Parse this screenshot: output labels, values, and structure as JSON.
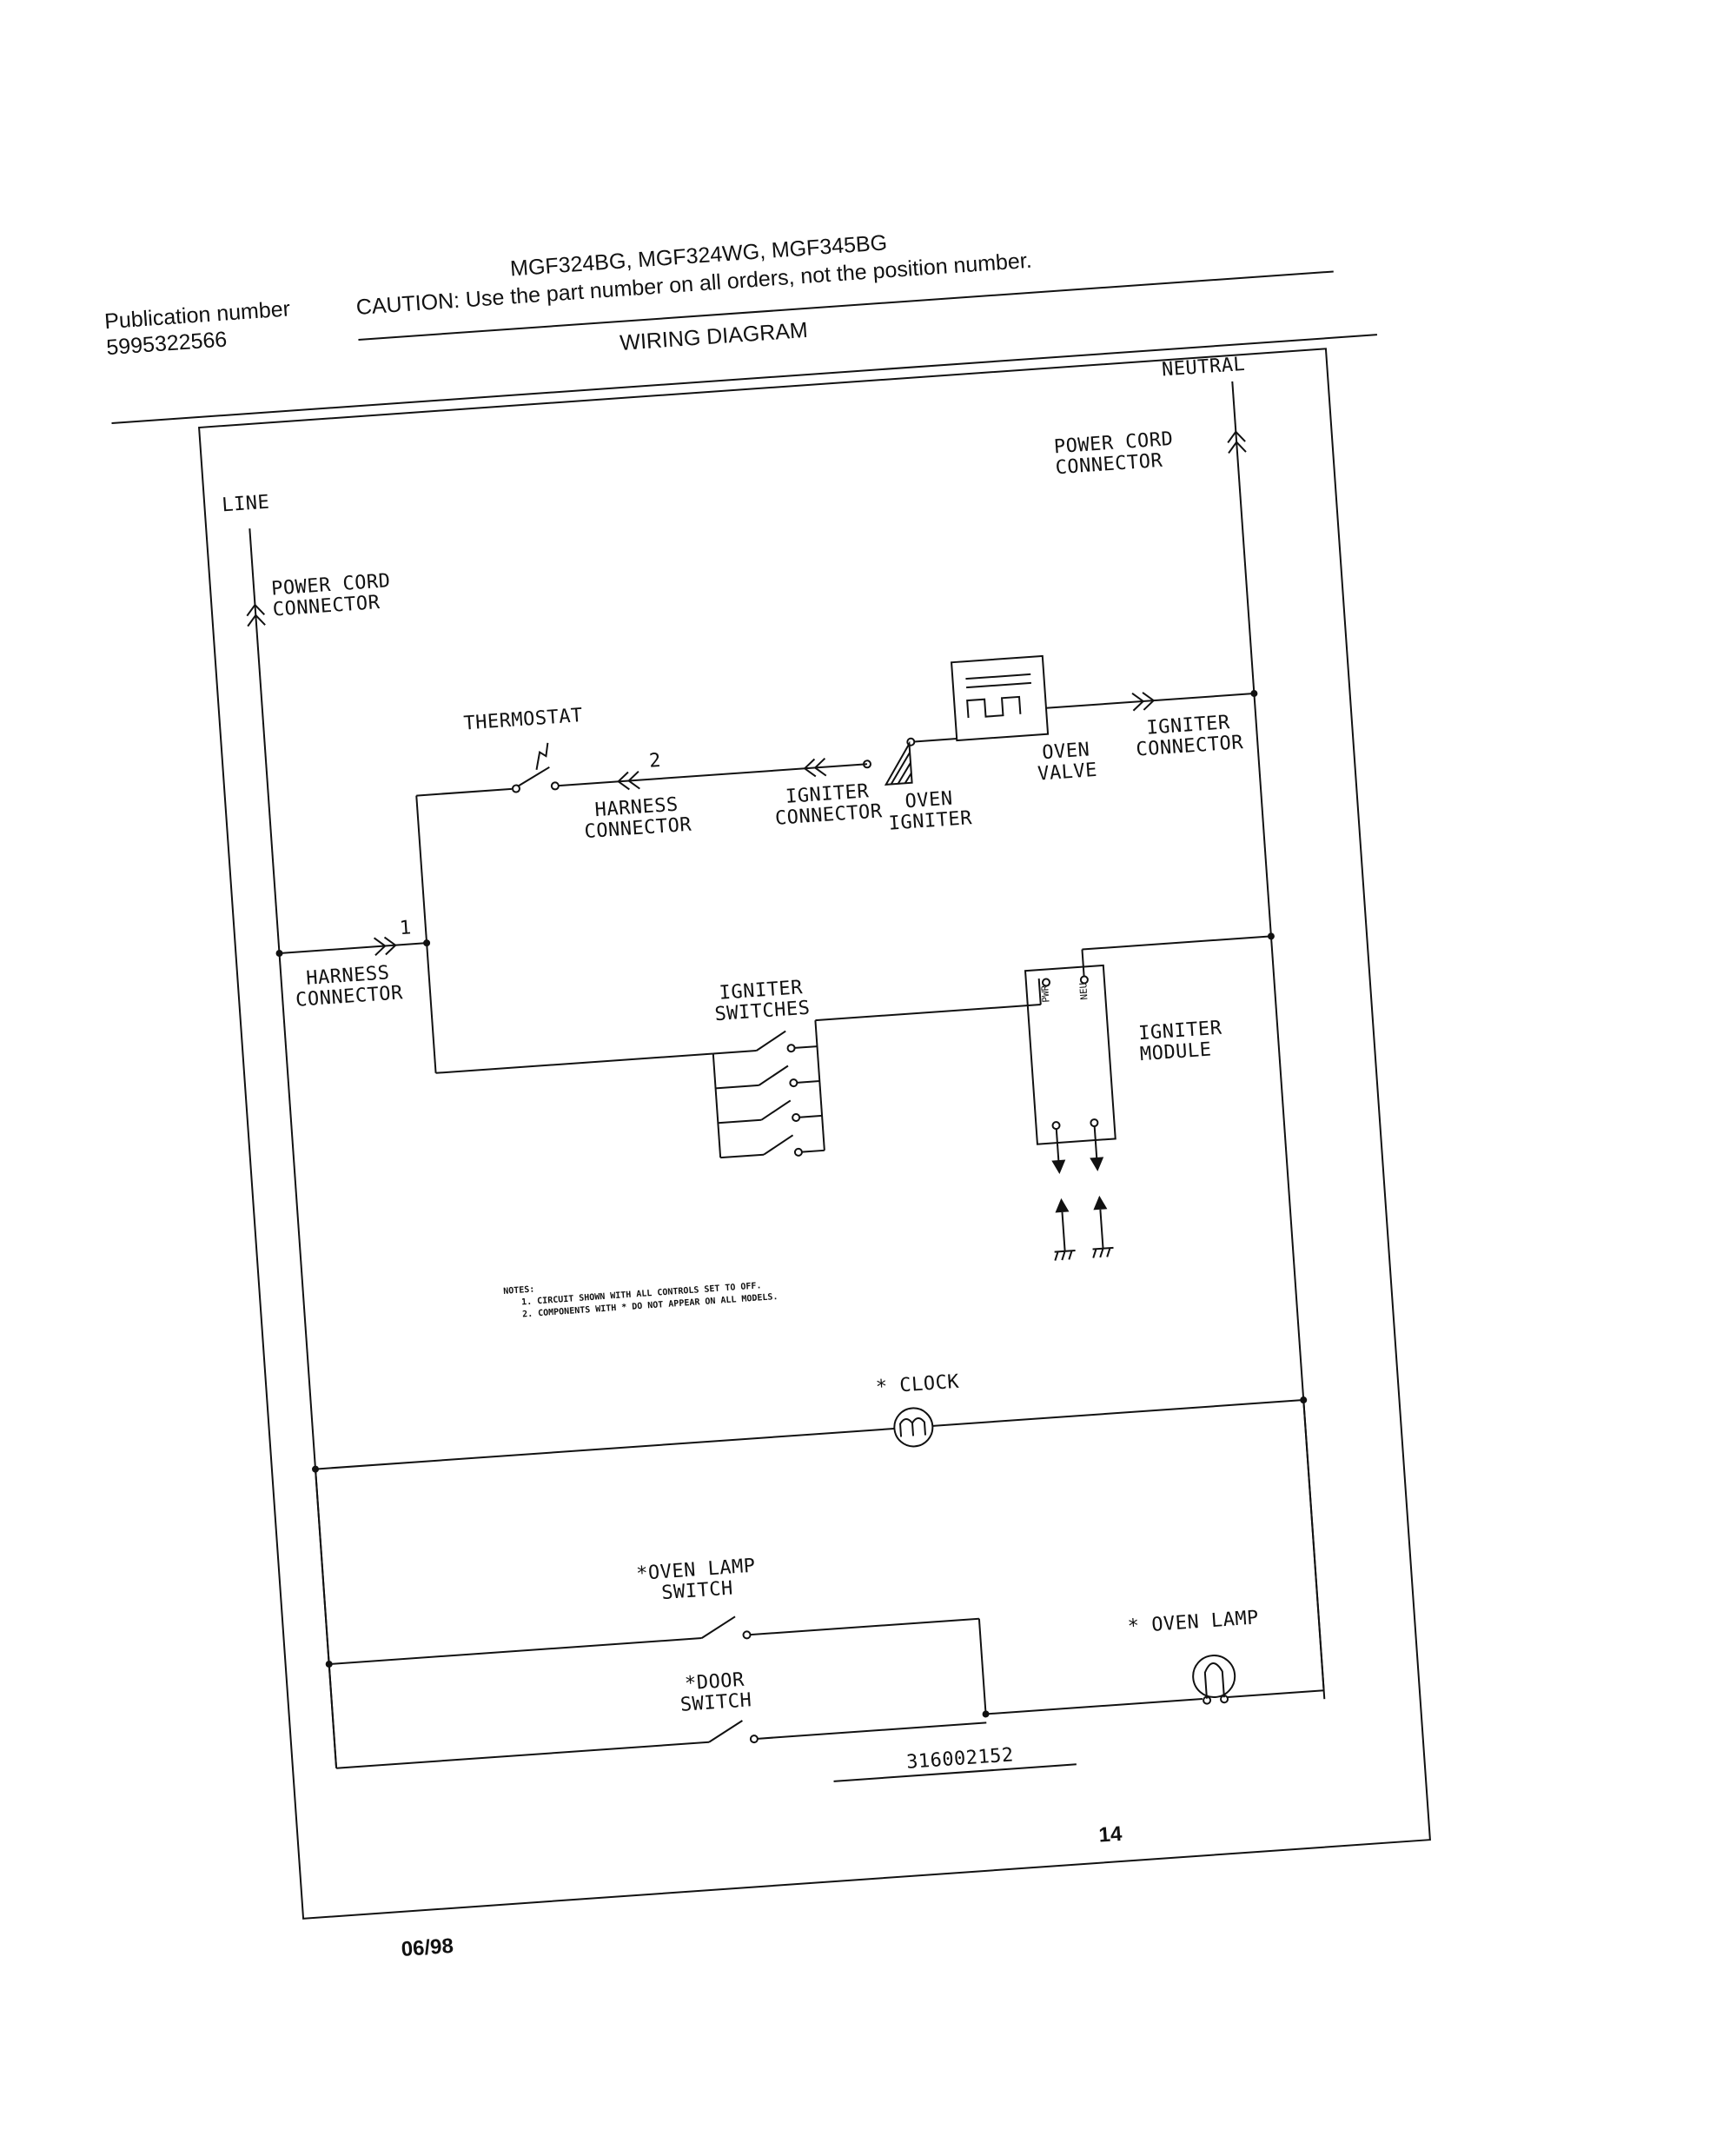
{
  "header": {
    "publication_label": "Publication number",
    "publication_number": "5995322566",
    "models": "MGF324BG, MGF324WG, MGF345BG",
    "caution": "CAUTION:  Use the part number on all orders, not the position number."
  },
  "diagram": {
    "title": "WIRING DIAGRAM",
    "labels": {
      "line": "LINE",
      "neutral": "NEUTRAL",
      "power_cord_connector_left": [
        "POWER CORD",
        "CONNECTOR"
      ],
      "power_cord_connector_right": [
        "POWER CORD",
        "CONNECTOR"
      ],
      "thermostat": "THERMOSTAT",
      "harness_connector_top": [
        "HARNESS",
        "CONNECTOR"
      ],
      "harness_connector_top_pin": "2",
      "igniter_connector_left": [
        "IGNITER",
        "CONNECTOR"
      ],
      "oven_igniter": [
        "OVEN",
        "IGNITER"
      ],
      "oven_valve": [
        "OVEN",
        "VALVE"
      ],
      "igniter_connector_right": [
        "IGNITER",
        "CONNECTOR"
      ],
      "harness_connector_left": [
        "HARNESS",
        "CONNECTOR"
      ],
      "harness_connector_left_pin": "1",
      "igniter_switches": [
        "IGNITER",
        "SWITCHES"
      ],
      "igniter_module": [
        "IGNITER",
        "MODULE"
      ],
      "module_pin_pwr": "PWR",
      "module_pin_neu": "NEU",
      "clock": "* CLOCK",
      "oven_lamp_switch": [
        "*OVEN LAMP",
        "SWITCH"
      ],
      "door_switch": [
        "*DOOR",
        "SWITCH"
      ],
      "oven_lamp": "* OVEN LAMP",
      "drawing_number": "316002152"
    },
    "notes": {
      "heading": "NOTES:",
      "items": [
        "1.  CIRCUIT SHOWN WITH ALL CONTROLS SET TO OFF.",
        "2.  COMPONENTS WITH * DO NOT APPEAR ON ALL MODELS."
      ]
    }
  },
  "footer": {
    "page_number": "14",
    "date": "06/98"
  }
}
